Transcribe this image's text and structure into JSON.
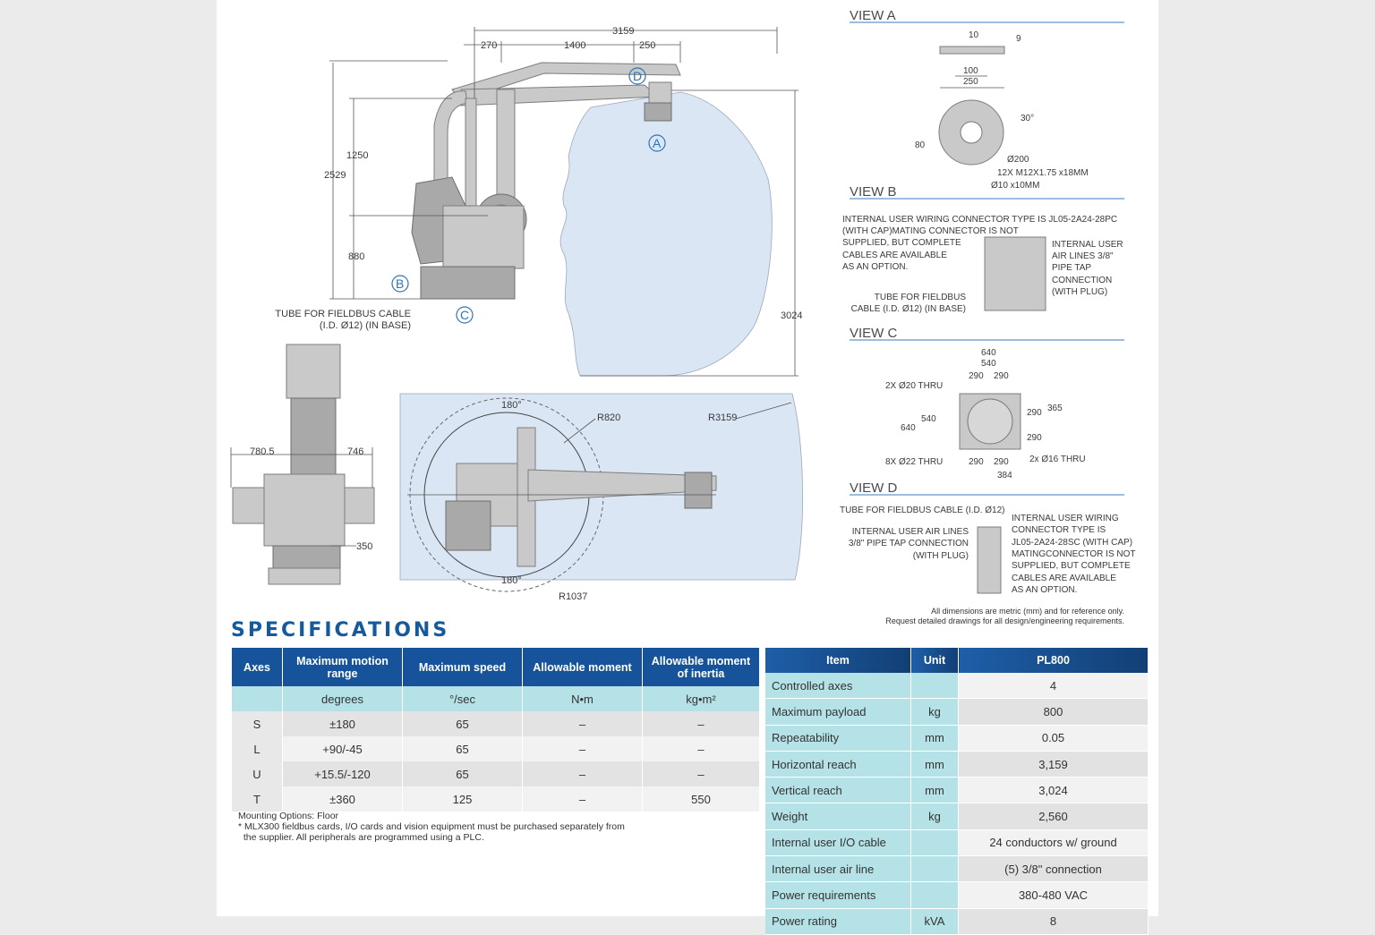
{
  "drawing": {
    "main": {
      "dims": [
        "3159",
        "270",
        "1400",
        "250",
        "1250",
        "2529",
        "880",
        "3024"
      ],
      "callouts": [
        "A",
        "B",
        "C",
        "D"
      ],
      "tube_label": [
        "TUBE FOR FIELDBUS CABLE",
        "(I.D. Ø12) (IN BASE)"
      ]
    },
    "side": {
      "dims": [
        "780.5",
        "746",
        "350"
      ]
    },
    "top": {
      "labels": [
        "180°",
        "180°",
        "R820",
        "R3159",
        "R1037"
      ]
    },
    "view_a": {
      "title": "VIEW A",
      "labels": [
        "10",
        "9",
        "100",
        "250",
        "30°",
        "80",
        "Ø200",
        "12X M12X1.75 x18MM",
        "Ø10 x10MM"
      ]
    },
    "view_b": {
      "title": "VIEW B",
      "left_text": [
        "INTERNAL USER WIRING CONNECTOR TYPE IS JL05-2A24-28PC",
        "(WITH CAP)MATING CONNECTOR IS NOT",
        "SUPPLIED, BUT COMPLETE",
        "CABLES ARE AVAILABLE",
        "AS AN OPTION."
      ],
      "right_text": [
        "INTERNAL USER",
        "AIR LINES 3/8\"",
        "PIPE TAP",
        "CONNECTION",
        "(WITH PLUG)"
      ],
      "tube_text": [
        "TUBE FOR FIELDBUS",
        "CABLE (I.D. Ø12) (IN BASE)"
      ]
    },
    "view_c": {
      "title": "VIEW C",
      "labels": [
        "640",
        "540",
        "290",
        "290",
        "2X Ø20 THRU",
        "540",
        "640",
        "290",
        "365",
        "290",
        "8X Ø22 THRU",
        "290",
        "290",
        "2x Ø16 THRU",
        "384"
      ]
    },
    "view_d": {
      "title": "VIEW D",
      "tube_text": "TUBE FOR FIELDBUS CABLE (I.D. Ø12)",
      "left_text": [
        "INTERNAL USER AIR LINES",
        "3/8\" PIPE TAP CONNECTION",
        "(WITH PLUG)"
      ],
      "right_text": [
        "INTERNAL USER WIRING",
        "CONNECTOR TYPE IS",
        "JL05-2A24-28SC (WITH CAP)",
        "MATINGCONNECTOR IS NOT",
        "SUPPLIED, BUT COMPLETE",
        "CABLES ARE AVAILABLE",
        "AS AN OPTION."
      ]
    },
    "dimension_note": [
      "All dimensions are metric (mm) and for reference only.",
      "Request detailed drawings for all design/engineering requirements."
    ]
  },
  "specs": {
    "title": "SPECIFICATIONS",
    "axes_table": {
      "headers": [
        "Axes",
        "Maximum motion range",
        "Maximum speed",
        "Allowable moment",
        "Allowable moment of inertia"
      ],
      "units": [
        "",
        "degrees",
        "°/sec",
        "N•m",
        "kg•m²"
      ],
      "rows": [
        [
          "S",
          "±180",
          "65",
          "–",
          "–"
        ],
        [
          "L",
          "+90/-45",
          "65",
          "–",
          "–"
        ],
        [
          "U",
          "+15.5/-120",
          "65",
          "–",
          "–"
        ],
        [
          "T",
          "±360",
          "125",
          "–",
          "550"
        ]
      ]
    },
    "notes": [
      "Mounting Options: Floor",
      "* MLX300 fieldbus cards, I/O cards and vision equipment must be purchased separately from",
      "  the supplier. All peripherals are programmed using a PLC."
    ],
    "item_table": {
      "headers": [
        "Item",
        "Unit",
        "PL800"
      ],
      "rows": [
        [
          "Controlled axes",
          "",
          "4"
        ],
        [
          "Maximum payload",
          "kg",
          "800"
        ],
        [
          "Repeatability",
          "mm",
          "0.05"
        ],
        [
          "Horizontal reach",
          "mm",
          "3,159"
        ],
        [
          "Vertical reach",
          "mm",
          "3,024"
        ],
        [
          "Weight",
          "kg",
          "2,560"
        ],
        [
          "Internal user I/O cable",
          "",
          "24 conductors w/ ground"
        ],
        [
          "Internal user air line",
          "",
          "(5) 3/8\" connection"
        ],
        [
          "Power requirements",
          "",
          "380-480 VAC"
        ],
        [
          "Power rating",
          "kVA",
          "8"
        ]
      ]
    }
  }
}
